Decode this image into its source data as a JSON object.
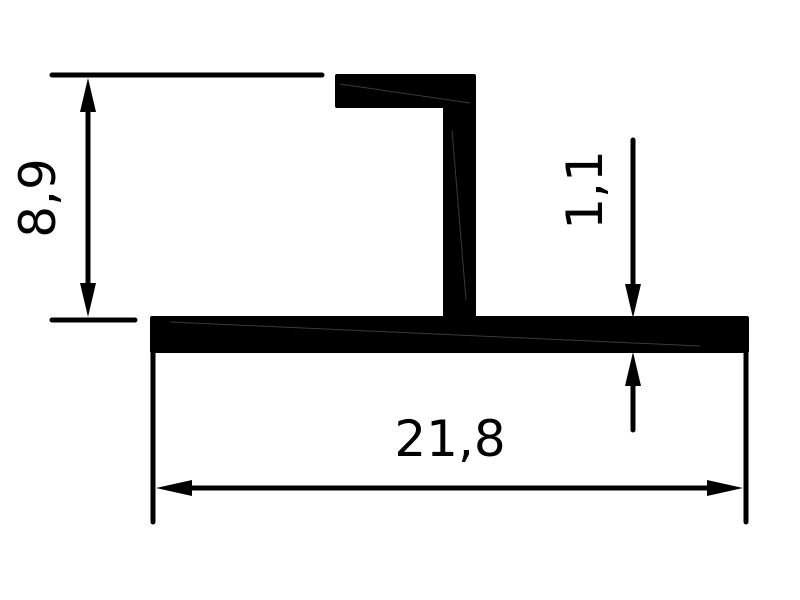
{
  "dimensions": {
    "height": "8,9",
    "thickness": "1,1",
    "width": "21,8"
  },
  "colors": {
    "profile": "#000000",
    "background": "#ffffff"
  }
}
